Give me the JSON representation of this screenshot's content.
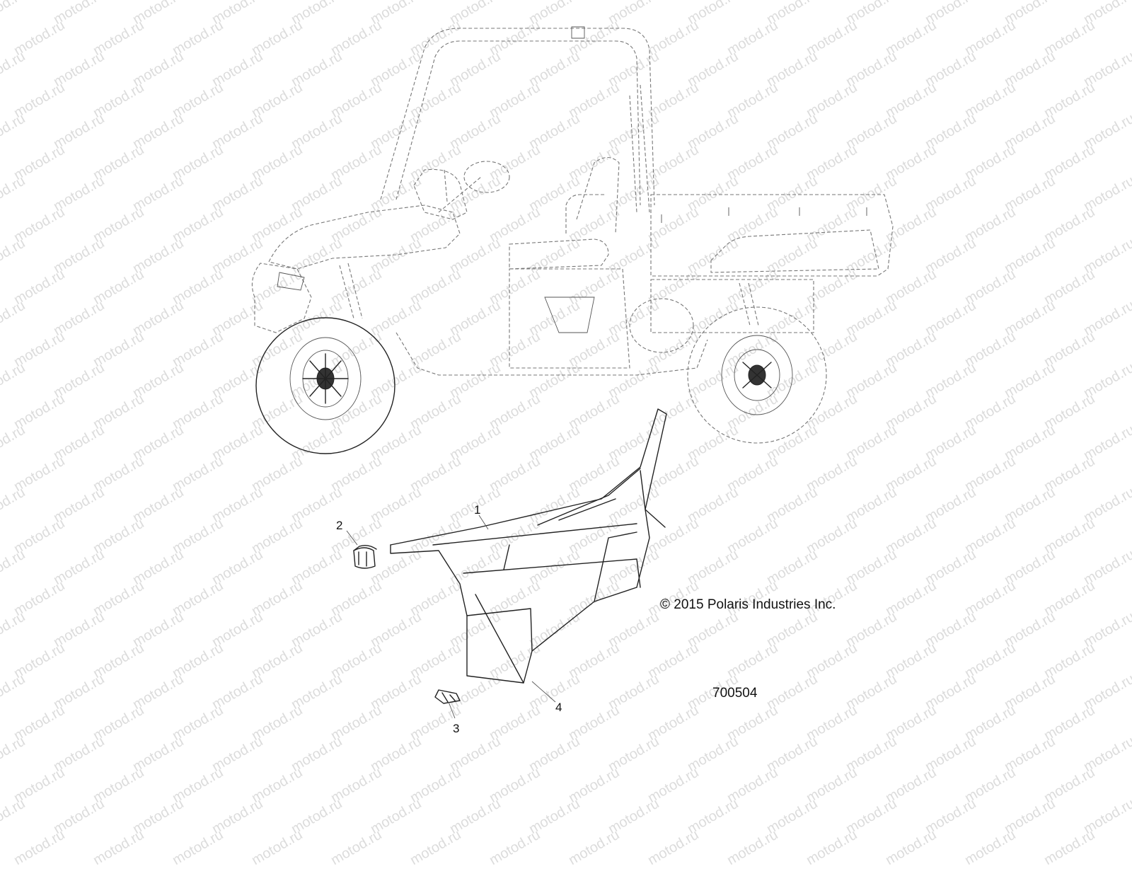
{
  "watermark": {
    "text": "motod.ru"
  },
  "callouts": {
    "c1": "1",
    "c2": "2",
    "c3": "3",
    "c4": "4"
  },
  "copyright": "© 2015 Polaris Industries Inc.",
  "figure_number": "700504"
}
